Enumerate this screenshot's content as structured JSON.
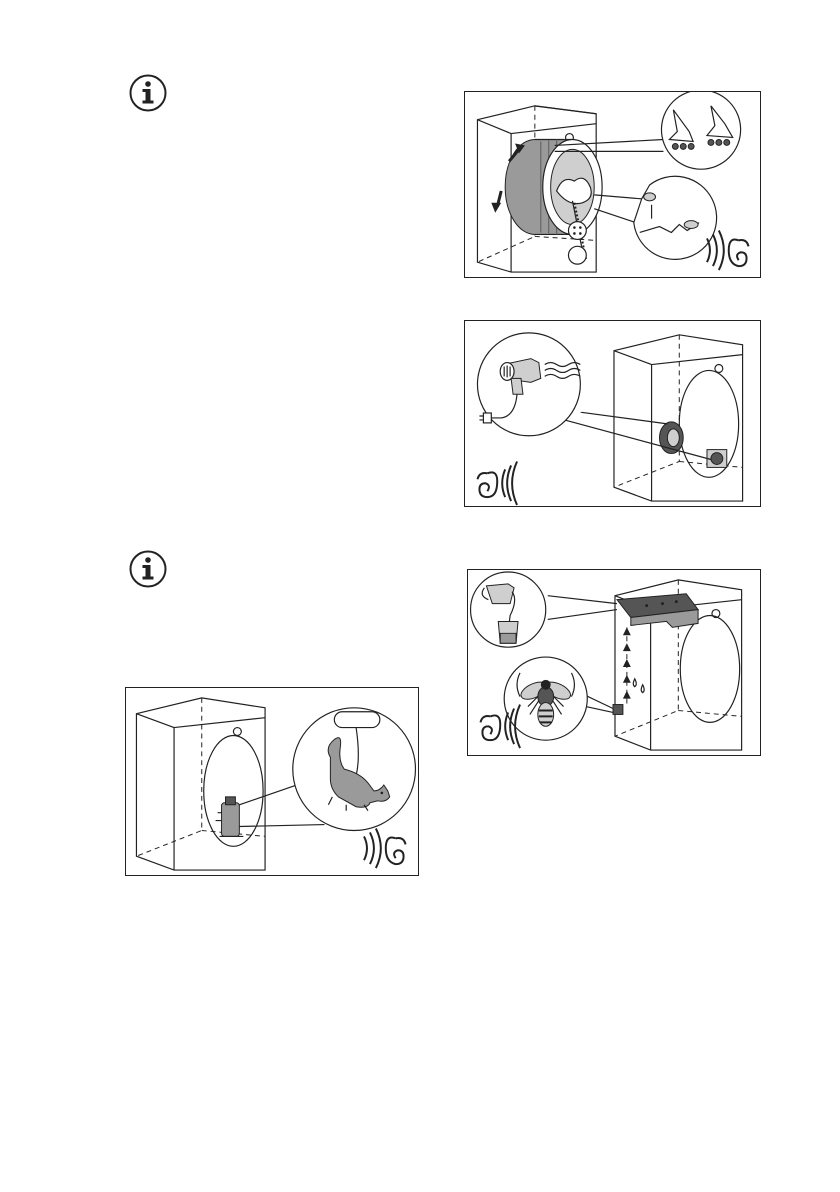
{
  "page": {
    "info_icons": [
      "info-icon",
      "info-icon"
    ],
    "figures": [
      "tumbling-drum-noise",
      "fan-heat-noise",
      "water-pump-noise",
      "compressor-noise"
    ]
  },
  "icons": {
    "info": "info-icon",
    "ear": "ear-icon",
    "sound_waves": "sound-waves-icon"
  }
}
